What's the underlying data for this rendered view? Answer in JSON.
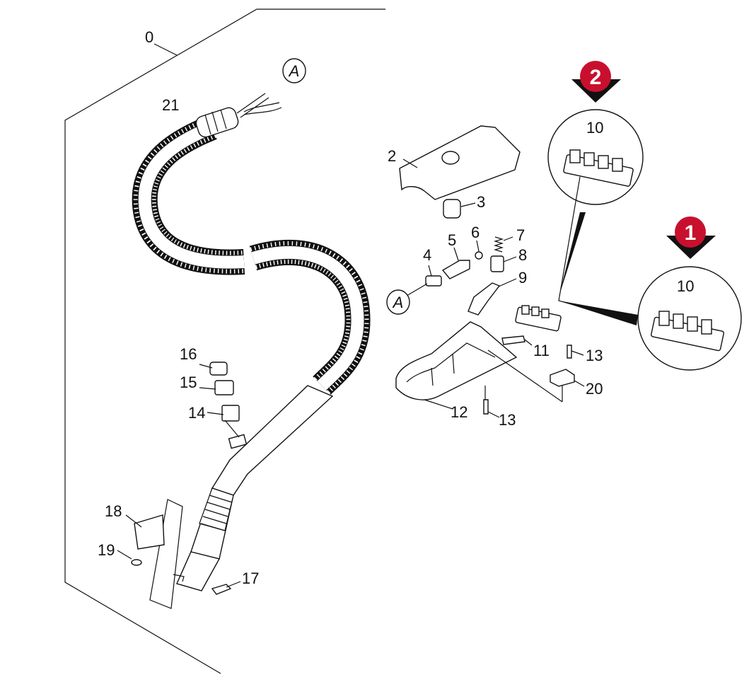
{
  "diagram": {
    "part_numbers": {
      "p0": "0",
      "p2": "2",
      "p3": "3",
      "p4": "4",
      "p5": "5",
      "p6": "6",
      "p7": "7",
      "p8": "8",
      "p9": "9",
      "p10a": "10",
      "p10b": "10",
      "p11": "11",
      "p12": "12",
      "p13a": "13",
      "p13b": "13",
      "p14": "14",
      "p15": "15",
      "p16": "16",
      "p17": "17",
      "p18": "18",
      "p19": "19",
      "p20": "20",
      "p21": "21"
    },
    "connector_marker": {
      "top": "A",
      "bottom": "A"
    },
    "variant_badges": [
      {
        "number": "2",
        "color": "#c8102e"
      },
      {
        "number": "1",
        "color": "#c8102e"
      }
    ],
    "colors": {
      "line": "#111111",
      "badge": "#c8102e",
      "badge_arrow": "#111111"
    }
  }
}
